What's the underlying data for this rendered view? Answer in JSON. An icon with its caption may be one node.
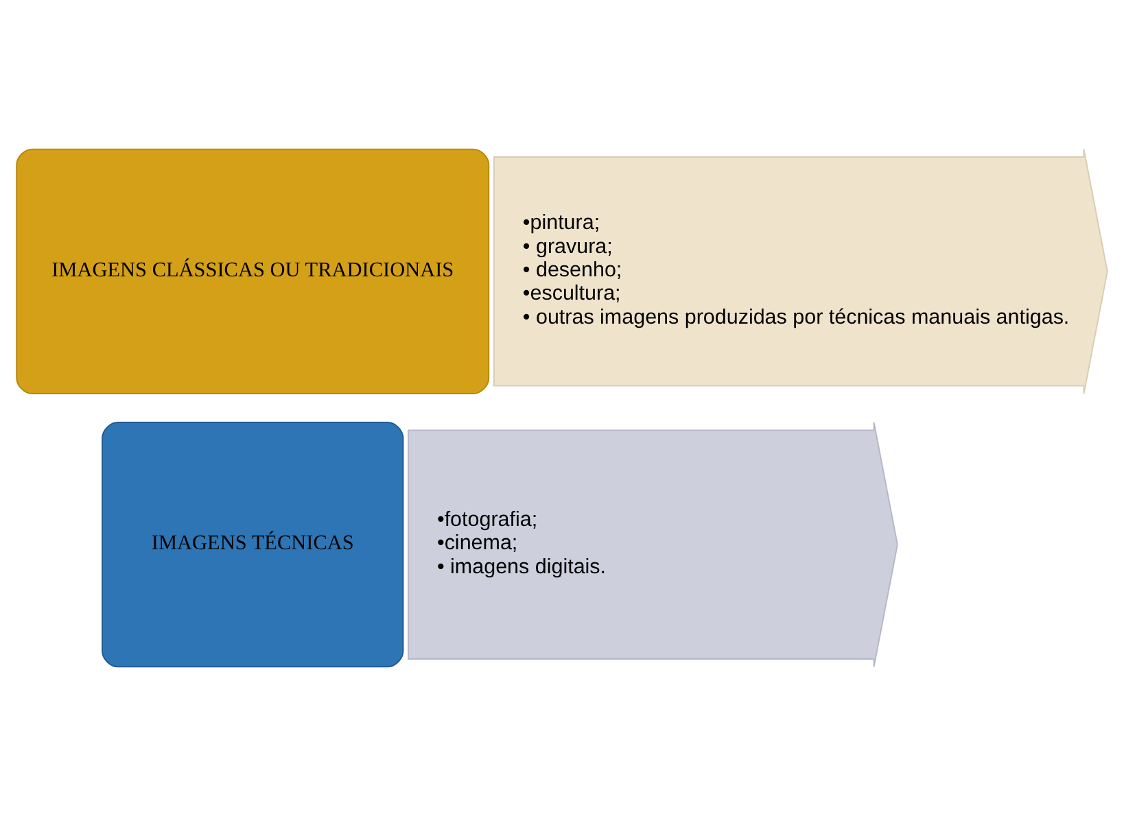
{
  "diagram": {
    "nodes": [
      {
        "text": [
          "IMAGENS CLÁSSICAS OU TRADICIONAIS"
        ]
      },
      {
        "text": [
          "•pintura;",
          "• gravura;",
          "• desenho;",
          "•escultura;",
          "• outras imagens produzidas por técnicas manuais antigas."
        ]
      },
      {
        "text": [
          "IMAGENS TÉCNICAS"
        ]
      },
      {
        "text": [
          "•fotografia;",
          "•cinema;",
          "• imagens digitais."
        ]
      }
    ]
  }
}
